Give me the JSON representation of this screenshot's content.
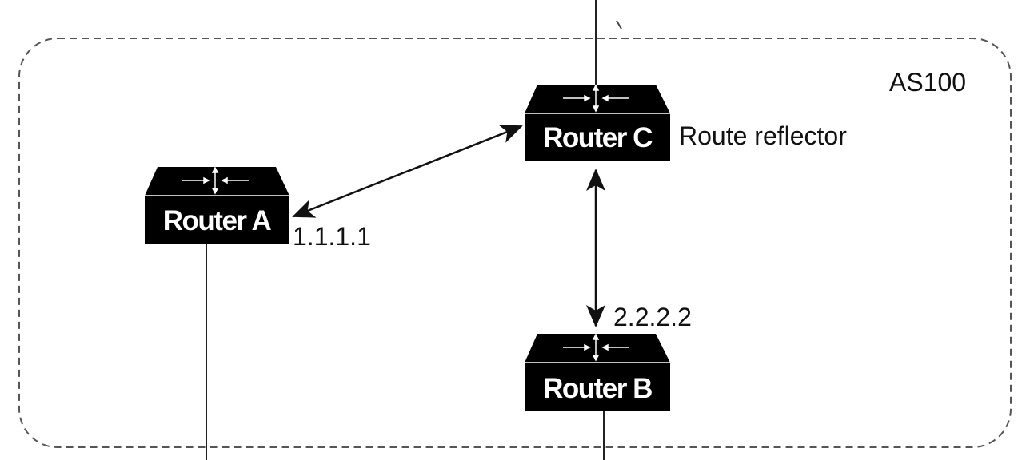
{
  "diagram": {
    "as_boundary": {
      "label": "AS100",
      "style": "dashed rounded rectangle"
    },
    "routers": {
      "a": {
        "label": "Router A",
        "ip": "1.1.1.1",
        "icon": "router-icon"
      },
      "b": {
        "label": "Router B",
        "ip": "2.2.2.2",
        "icon": "router-icon"
      },
      "c": {
        "label": "Router C",
        "role": "Route reflector",
        "icon": "router-icon"
      }
    },
    "links": [
      {
        "from": "Router A",
        "to": "Router C",
        "type": "bidirectional-arrow"
      },
      {
        "from": "Router C",
        "to": "Router B",
        "type": "bidirectional-arrow"
      },
      {
        "from": "Router C",
        "to": "external",
        "type": "line"
      },
      {
        "from": "Router A",
        "to": "external",
        "type": "line"
      },
      {
        "from": "Router B",
        "to": "external",
        "type": "line"
      }
    ],
    "colors": {
      "router_body": "#000000",
      "router_text": "#ffffff",
      "line": "#222222",
      "boundary": "#555555"
    }
  }
}
